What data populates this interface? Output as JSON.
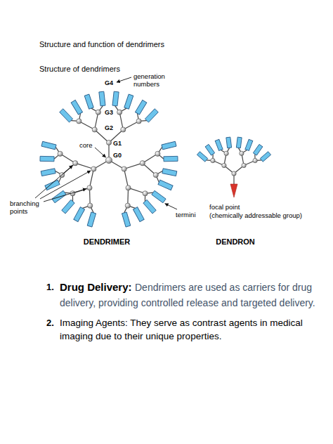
{
  "diagram": {
    "title": "Structure and function of dendrimers",
    "labels": [
      "Structure of dendrimers",
      "G4",
      "generation numbers",
      "G3",
      "G2",
      "G1",
      "core",
      "G0",
      "branching points",
      "termini",
      "DENDRIMER",
      "focal point",
      "(chemically addressable group)",
      "DENDRON",
      "1.",
      "Drug Delivery:",
      "Dendrimers are used as carriers for drug delivery, providing controlled release and targeted delivery.",
      "2.",
      "Imaging Agents: They serve as contrast agents in medical imaging due to their unique properties."
    ]
  }
}
